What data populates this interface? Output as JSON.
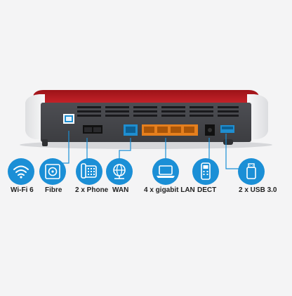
{
  "colors": {
    "accent_blue": "#1b8fd6",
    "router_red": "#c8232a",
    "router_grey": "#4b4c51",
    "background": "#f4f4f5"
  },
  "features": [
    {
      "label": "Wi-Fi 6",
      "icon": "wifi-icon"
    },
    {
      "label": "Fibre",
      "icon": "fibre-icon"
    },
    {
      "label": "2 x Phone",
      "icon": "phone-icon"
    },
    {
      "label": "WAN",
      "icon": "globe-network-icon"
    },
    {
      "label": "4 x gigabit LAN",
      "icon": "laptop-icon"
    },
    {
      "label": "DECT",
      "icon": "dect-handset-icon"
    },
    {
      "label": "2 x USB 3.0",
      "icon": "usb-stick-icon"
    }
  ]
}
